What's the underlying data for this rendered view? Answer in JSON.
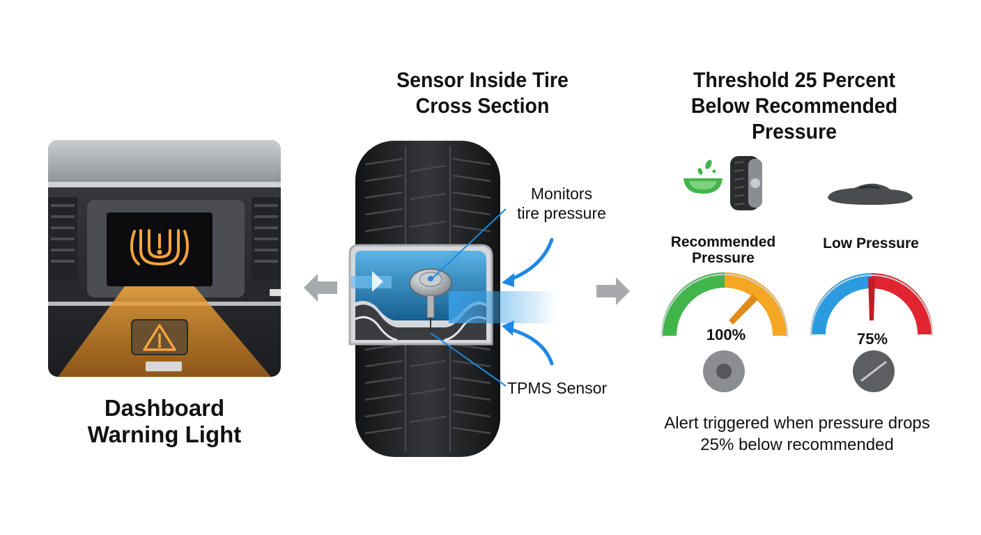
{
  "left_panel": {
    "caption_line1": "Dashboard",
    "caption_line2": "Warning Light",
    "icons": [
      "tpms-warning-icon",
      "hazard-triangle-icon"
    ],
    "warning_color": "#f5a13a"
  },
  "middle_panel": {
    "title_line1": "Sensor Inside Tire",
    "title_line2": "Cross Section",
    "callout_top_line1": "Monitors",
    "callout_top_line2": "tire pressure",
    "callout_bottom": "TPMS Sensor",
    "accent_color": "#1e88e5"
  },
  "right_panel": {
    "title_line1": "Threshold 25 Percent",
    "title_line2": "Below Recommended Pressure",
    "gauge_recommended": {
      "label_line1": "Recommended",
      "label_line2": "Pressure",
      "value_text": "100%",
      "value": 100,
      "colors": [
        "#3fb54a",
        "#f5a623"
      ]
    },
    "gauge_low": {
      "label": "Low Pressure",
      "value_text": "75%",
      "value": 75,
      "colors": [
        "#2a9be0",
        "#e02530"
      ]
    },
    "alert_line1": "Alert triggered when pressure drops",
    "alert_line2": "25% below recommended"
  }
}
